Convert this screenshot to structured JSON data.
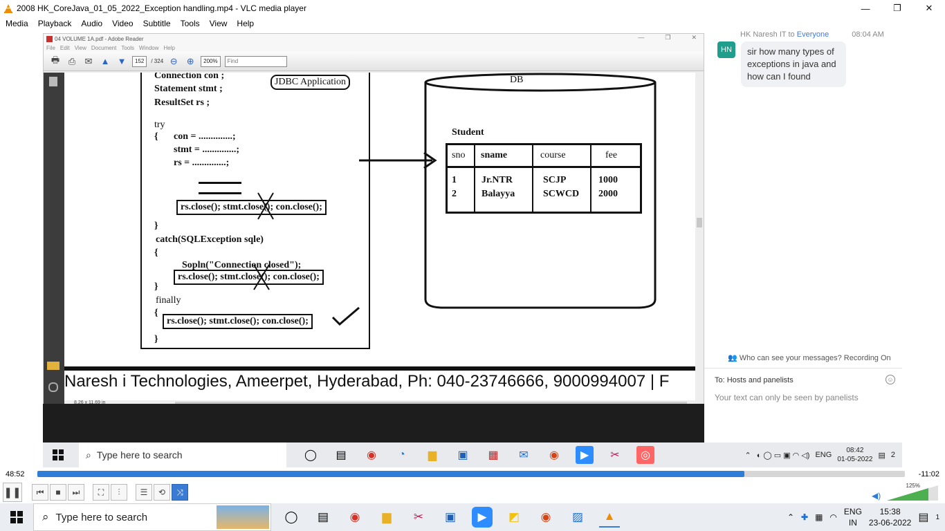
{
  "window": {
    "title": "2008 HK_CoreJava_01_05_2022_Exception handling.mp4 - VLC media player",
    "minimize": "—",
    "restore": "❐",
    "close": "✕"
  },
  "menu": {
    "items": [
      "Media",
      "Playback",
      "Audio",
      "Video",
      "Subtitle",
      "Tools",
      "View",
      "Help"
    ]
  },
  "reader": {
    "title": "04 VOLUME 1A.pdf - Adobe Reader",
    "menu_items": [
      "File",
      "Edit",
      "View",
      "Document",
      "Tools",
      "Window",
      "Help"
    ],
    "page_current": "152",
    "page_total": "/ 324",
    "zoom": "200%",
    "find_placeholder": "Find",
    "page_size": "8.26 x 11.69 in"
  },
  "document": {
    "decl_lines": [
      "Connection con  ;",
      "Statement  stmt ;",
      "ResultSet   rs    ;"
    ],
    "jdbc_label": "JDBC Application",
    "try_kw": "try",
    "brace_open": "{",
    "brace_close": "}",
    "assign_lines": [
      "con    = ..............;",
      "stmt   = ..............;",
      "rs      = ..............;"
    ],
    "close_stmt": "rs.close(); stmt.close(); con.close();",
    "catch_line": "catch(SQLException sqle)",
    "sopln_line": "Sopln(\"Connection closed\");",
    "finally_kw": "finally",
    "db_label": "DB",
    "table_title": "Student",
    "table_headers": [
      "sno",
      "sname",
      "course",
      "fee"
    ],
    "table_rows": [
      [
        "1",
        "Jr.NTR",
        "SCJP",
        "1000"
      ],
      [
        "2",
        "Balayya",
        "SCWCD",
        "2000"
      ]
    ],
    "footer": "Naresh i Technologies, Ameerpet, Hyderabad, Ph: 040-23746666, 9000994007 | F"
  },
  "chat": {
    "header_name": "HK Naresh IT",
    "header_to": "to",
    "header_target": "Everyone",
    "header_time": "08:04 AM",
    "avatar": "HN",
    "message": "sir how many types of exceptions in java and how can I found",
    "visibility_note": "Who can see your messages? Recording On",
    "to_label": "To:  Hosts and panelists",
    "input_placeholder": "Your text can only be seen by panelists"
  },
  "inner_taskbar": {
    "search_placeholder": "Type here to search",
    "lang": "ENG",
    "time": "08:42",
    "date": "01-05-2022",
    "notif": "2"
  },
  "player": {
    "elapsed": "48:52",
    "remaining": "-11:02",
    "progress_fraction": 0.815,
    "volume": "125%"
  },
  "taskbar": {
    "search_placeholder": "Type here to search",
    "lang_top": "ENG",
    "lang_bottom": "IN",
    "time": "15:38",
    "date": "23-06-2022",
    "notif": "1"
  },
  "colors": {
    "vlc_orange": "#f08c00",
    "seek_fill": "#2f7dd6",
    "zoom_avatar": "#1f9e8d"
  }
}
